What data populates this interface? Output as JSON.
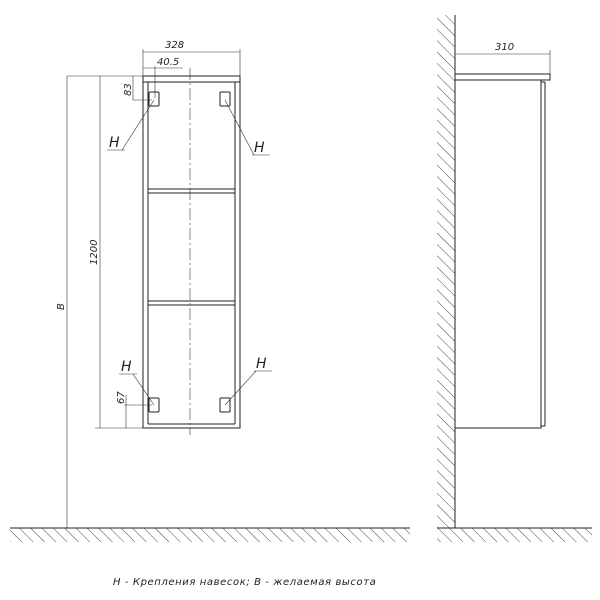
{
  "front_view": {
    "width_dim": "328",
    "hole_offset_dim": "40.5",
    "top_hole_dim": "83",
    "height_dim": "1200",
    "mount_height_dim": "B",
    "bottom_hole_dim": "67",
    "mount_label": "H"
  },
  "side_view": {
    "depth_dim": "310"
  },
  "legend": "H - Крепления навесок; B - желаемая высота"
}
